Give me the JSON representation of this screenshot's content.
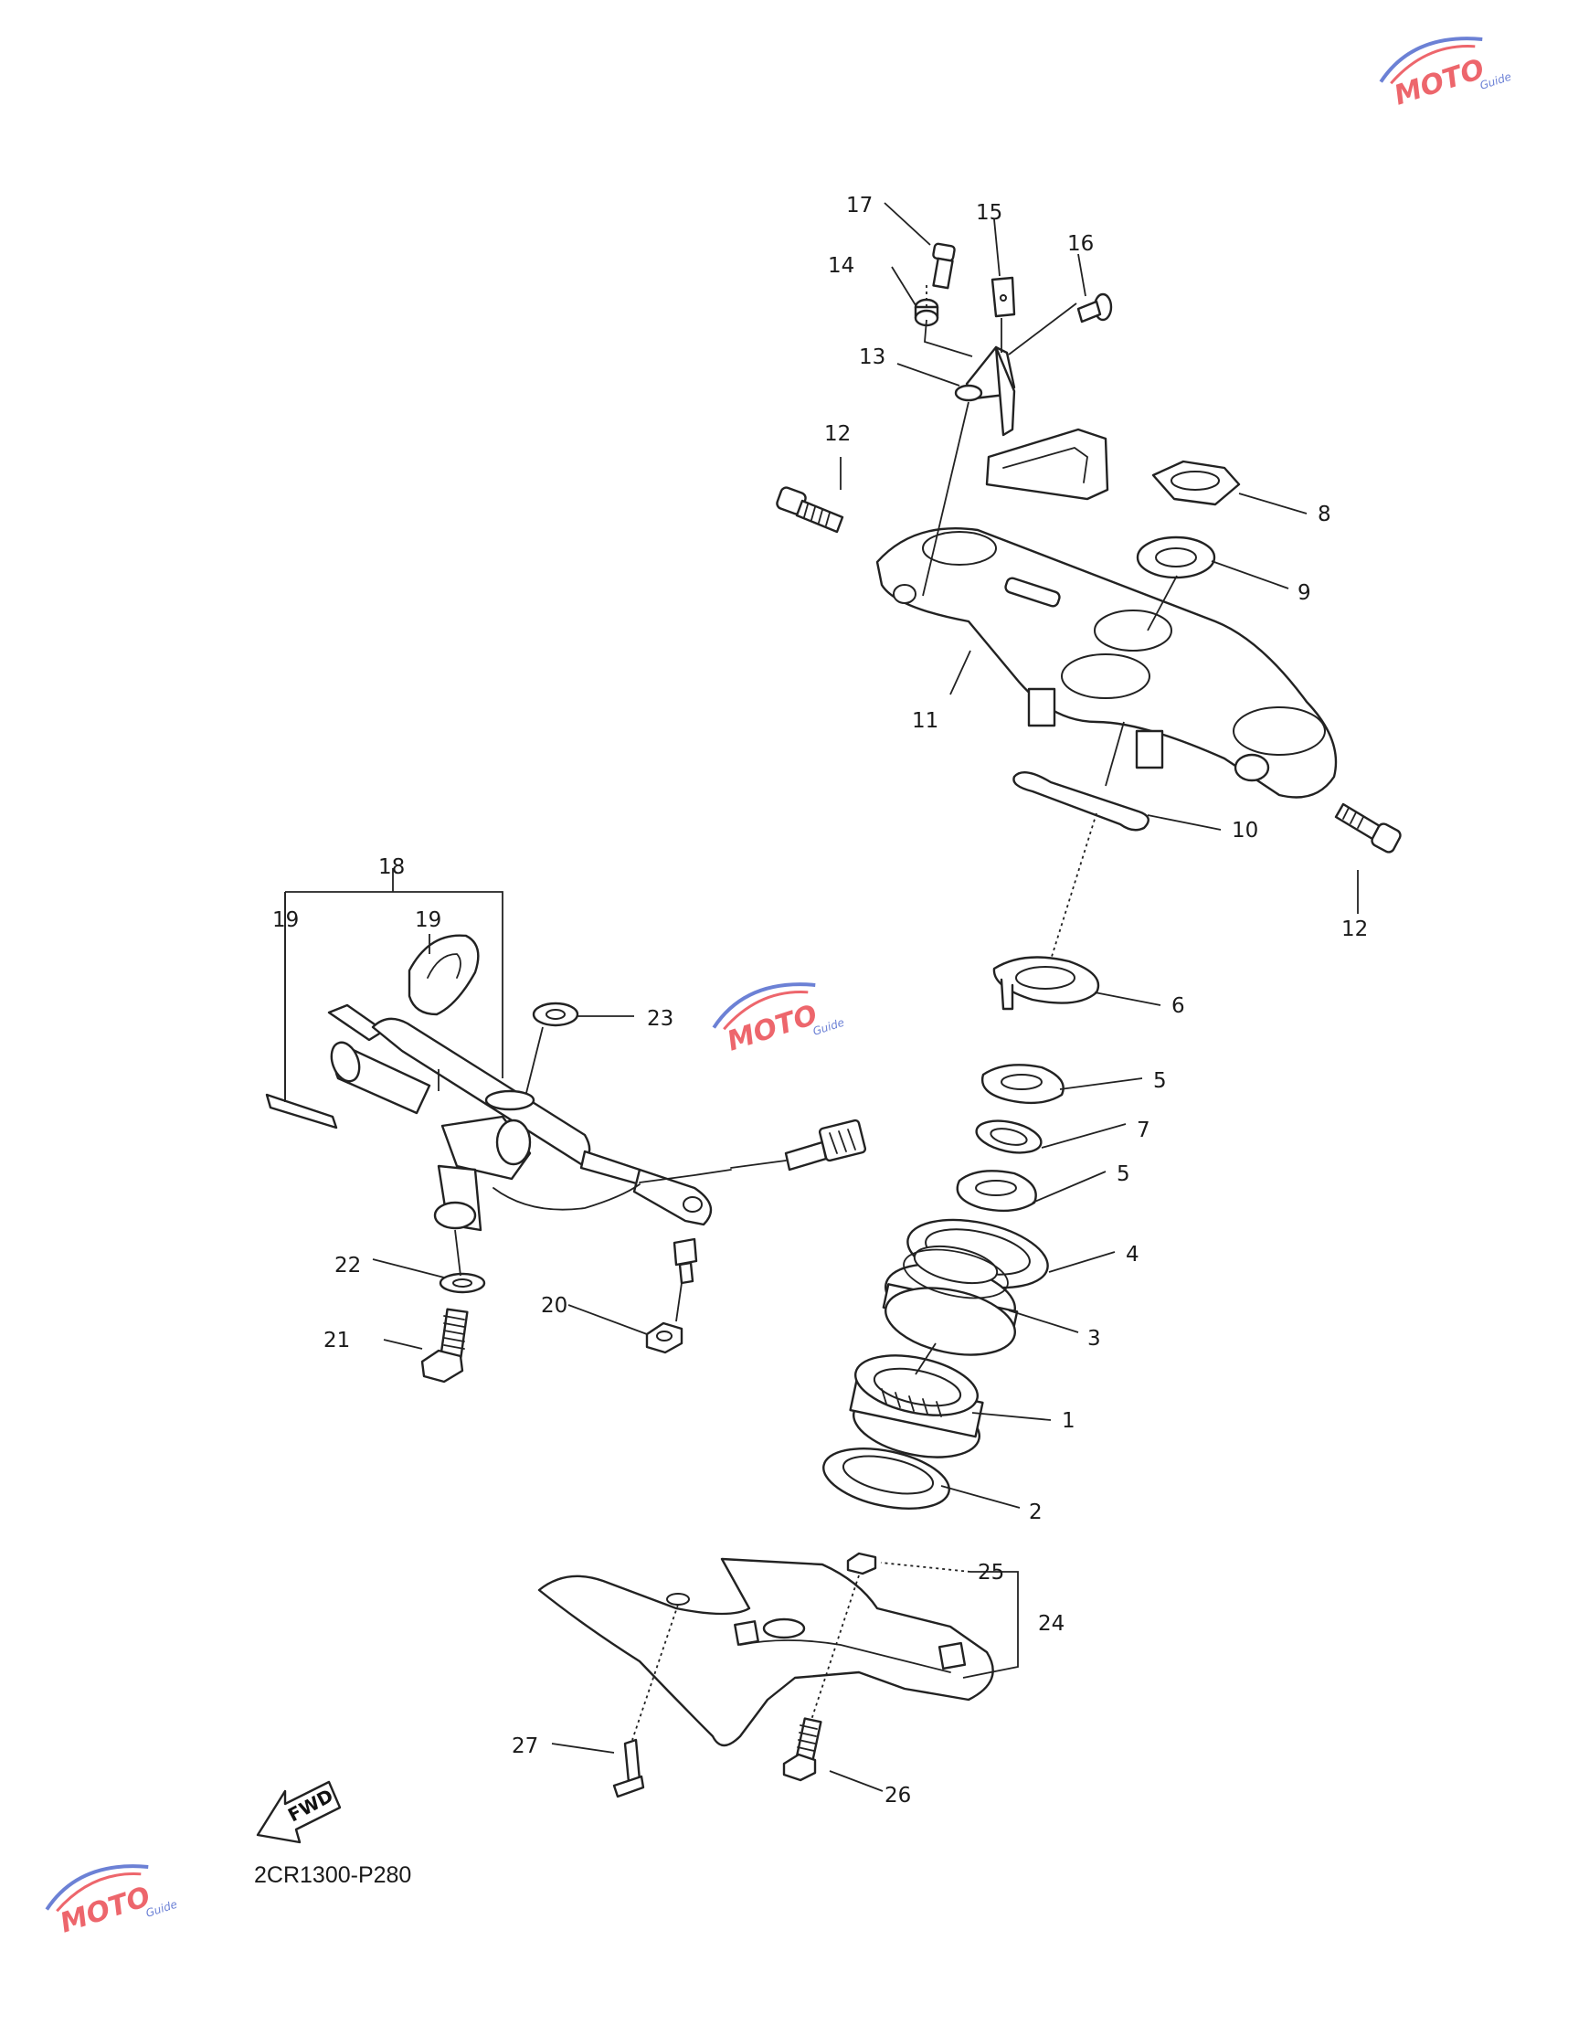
{
  "diagram": {
    "code": "2CR1300-P280",
    "fwd_label": "FWD",
    "callouts": [
      {
        "id": "c1",
        "text": "1"
      },
      {
        "id": "c2",
        "text": "2"
      },
      {
        "id": "c3",
        "text": "3"
      },
      {
        "id": "c4",
        "text": "4"
      },
      {
        "id": "c5a",
        "text": "5"
      },
      {
        "id": "c5b",
        "text": "5"
      },
      {
        "id": "c6",
        "text": "6"
      },
      {
        "id": "c7",
        "text": "7"
      },
      {
        "id": "c8",
        "text": "8"
      },
      {
        "id": "c9",
        "text": "9"
      },
      {
        "id": "c10",
        "text": "10"
      },
      {
        "id": "c11",
        "text": "11"
      },
      {
        "id": "c12a",
        "text": "12"
      },
      {
        "id": "c12b",
        "text": "12"
      },
      {
        "id": "c13",
        "text": "13"
      },
      {
        "id": "c14",
        "text": "14"
      },
      {
        "id": "c15",
        "text": "15"
      },
      {
        "id": "c16",
        "text": "16"
      },
      {
        "id": "c17",
        "text": "17"
      },
      {
        "id": "c18",
        "text": "18"
      },
      {
        "id": "c19a",
        "text": "19"
      },
      {
        "id": "c19b",
        "text": "19"
      },
      {
        "id": "c20",
        "text": "20"
      },
      {
        "id": "c21",
        "text": "21"
      },
      {
        "id": "c22",
        "text": "22"
      },
      {
        "id": "c23",
        "text": "23"
      },
      {
        "id": "c24",
        "text": "24"
      },
      {
        "id": "c25",
        "text": "25"
      },
      {
        "id": "c26",
        "text": "26"
      },
      {
        "id": "c27",
        "text": "27"
      }
    ]
  },
  "watermark": {
    "text": "MOTO",
    "subtext": "Guide",
    "colors": {
      "red": "#e8333c",
      "blue": "#3b57c8"
    }
  }
}
